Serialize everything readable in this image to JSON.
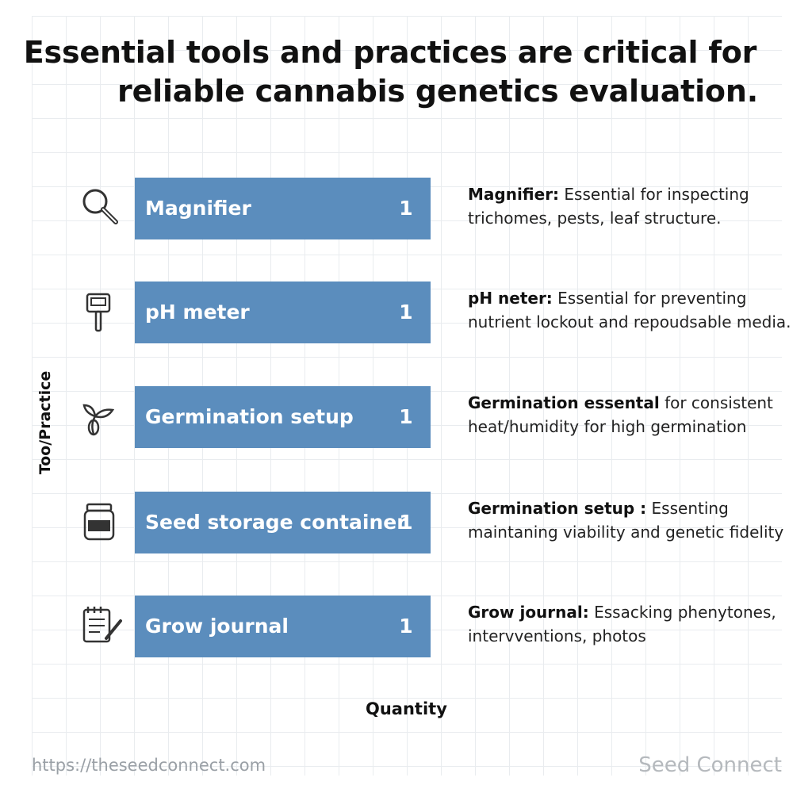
{
  "title_line1": "Essential tools and practices are critical for",
  "title_line2": "reliable cannabis genetics evaluation.",
  "chart_data": {
    "type": "bar",
    "orientation": "horizontal",
    "title": "Essential tools and practices are critical for reliable cannabis genetics evaluation.",
    "xlabel": "Quantity",
    "ylabel": "Too/Practice",
    "categories": [
      "Magnifier",
      "pH meter",
      "Germination setup",
      "Seed storage container",
      "Grow journal"
    ],
    "values": [
      1,
      1,
      1,
      1,
      1
    ],
    "xlim": [
      0,
      1
    ],
    "grid": true,
    "bar_color": "#5b8dbd"
  },
  "rows": [
    {
      "label": "Magnifier",
      "value": "1",
      "icon": "magnifier-icon",
      "note_bold": "Magnifier:",
      "note_text": " Essential for inspecting trichomes, pests, leaf structure."
    },
    {
      "label": "pH meter",
      "value": "1",
      "icon": "ph-meter-icon",
      "note_bold": "pH neter:",
      "note_text": " Essential for preventing nutrient lockout and repoudsable media."
    },
    {
      "label": "Germination setup",
      "value": "1",
      "icon": "sprout-icon",
      "note_bold": "Germination essental",
      "note_text": " for consistent heat/humidity for high germination"
    },
    {
      "label": "Seed storage container",
      "value": "1",
      "icon": "jar-icon",
      "note_bold": "Germination setup :",
      "note_text": " Essenting maintaning viability and genetic fidelity"
    },
    {
      "label": "Grow journal",
      "value": "1",
      "icon": "journal-icon",
      "note_bold": "Grow journal:",
      "note_text": " Essacking phenytones, intervventions, photos"
    }
  ],
  "footer_left": "https://theseedconnect.com",
  "footer_right": "Seed Connect",
  "colors": {
    "bar": "#5b8dbd",
    "grid": "#e9ecef",
    "footer": "#9aa0a6"
  }
}
